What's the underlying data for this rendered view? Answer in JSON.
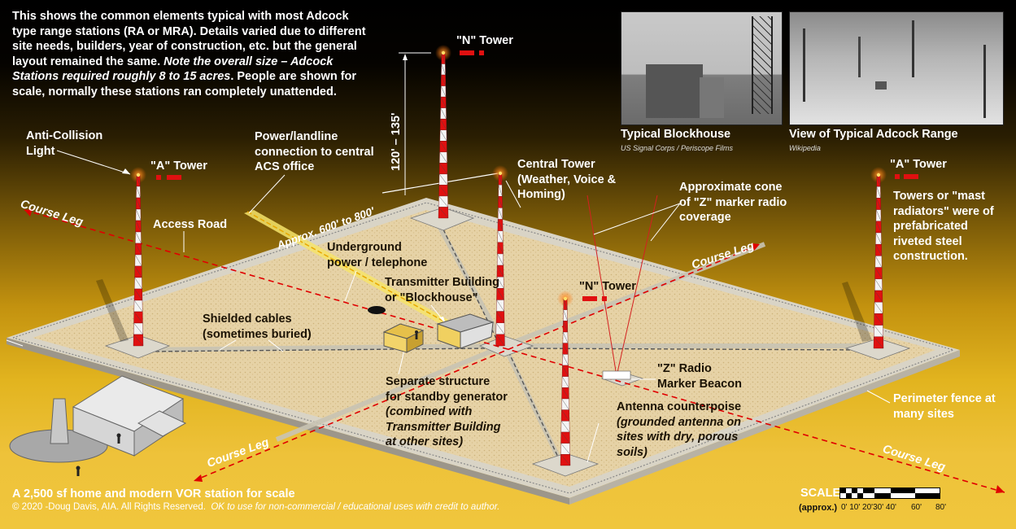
{
  "intro": {
    "line1": "This shows the common elements typical with most Adcock",
    "line2": "type range stations (RA or MRA).  Details varied due to different",
    "line3": "site needs, builders, year of construction, etc. but the general",
    "line4a": "layout remained the same.  ",
    "line4b": "Note the overall size – Adcock",
    "line5a": "Stations required roughly 8 to 15 acres",
    "line5b": ".  People are shown for",
    "line6": "scale, normally these stations ran completely unattended."
  },
  "photos": {
    "blockhouse_title": "Typical Blockhouse",
    "blockhouse_credit": "US Signal Corps / Periscope Films",
    "range_title": "View of Typical Adcock Range",
    "range_credit": "Wikipedia"
  },
  "labels": {
    "n_tower_top": "\"N\" Tower",
    "height": "120' – 135'",
    "anti_collision_1": "Anti-Collision",
    "anti_collision_2": "Light",
    "a_tower_left": "\"A\" Tower",
    "power_1": "Power/landline",
    "power_2": "connection to central",
    "power_3": "ACS office",
    "central_1": "Central Tower",
    "central_2": "(Weather, Voice &",
    "central_3": "Homing)",
    "cone_1": "Approximate cone",
    "cone_2": "of \"Z\" marker radio",
    "cone_3": "coverage",
    "a_tower_right": "\"A\" Tower",
    "towers_1": "Towers or \"mast",
    "towers_2": "radiators\" were of",
    "towers_3": "prefabricated",
    "towers_4": "riveted steel",
    "towers_5": "construction.",
    "course_leg": "Course Leg",
    "access_road": "Access Road",
    "approx": "Approx. 600' to 800'",
    "underground_1": "Underground",
    "underground_2": "power / telephone",
    "transmitter_1": "Transmitter Building",
    "transmitter_2": "or \"Blockhouse\"",
    "n_tower_mid": "\"N\" Tower",
    "shielded_1": "Shielded cables",
    "shielded_2": "(sometimes buried)",
    "z_1": "\"Z\" Radio",
    "z_2": "Marker Beacon",
    "separate_1": "Separate structure",
    "separate_2": "for standby generator",
    "separate_3": "(combined with",
    "separate_4": "Transmitter Building",
    "separate_5": "at other sites)",
    "antenna_1": "Antenna counterpoise",
    "antenna_2": "(grounded antenna on",
    "antenna_3": "sites with dry, porous",
    "antenna_4": "soils)",
    "perimeter_1": "Perimeter fence at",
    "perimeter_2": "many sites",
    "home": "A 2,500 sf home and modern VOR station for scale",
    "copyright_a": "© 2020 -Doug Davis, AIA. All Rights Reserved.",
    "copyright_b": "OK to use for non-commercial / educational uses with credit to author.",
    "scale": "SCALE",
    "approx_short": "(approx.)",
    "scale_ticks": "0' 10' 20'30' 40'",
    "scale_60": "60'",
    "scale_80": "80'"
  },
  "colors": {
    "tower_red": "#e01010",
    "tower_white": "#f4f4f4",
    "pad": "#e8d6ae",
    "course_line": "#e00000"
  }
}
